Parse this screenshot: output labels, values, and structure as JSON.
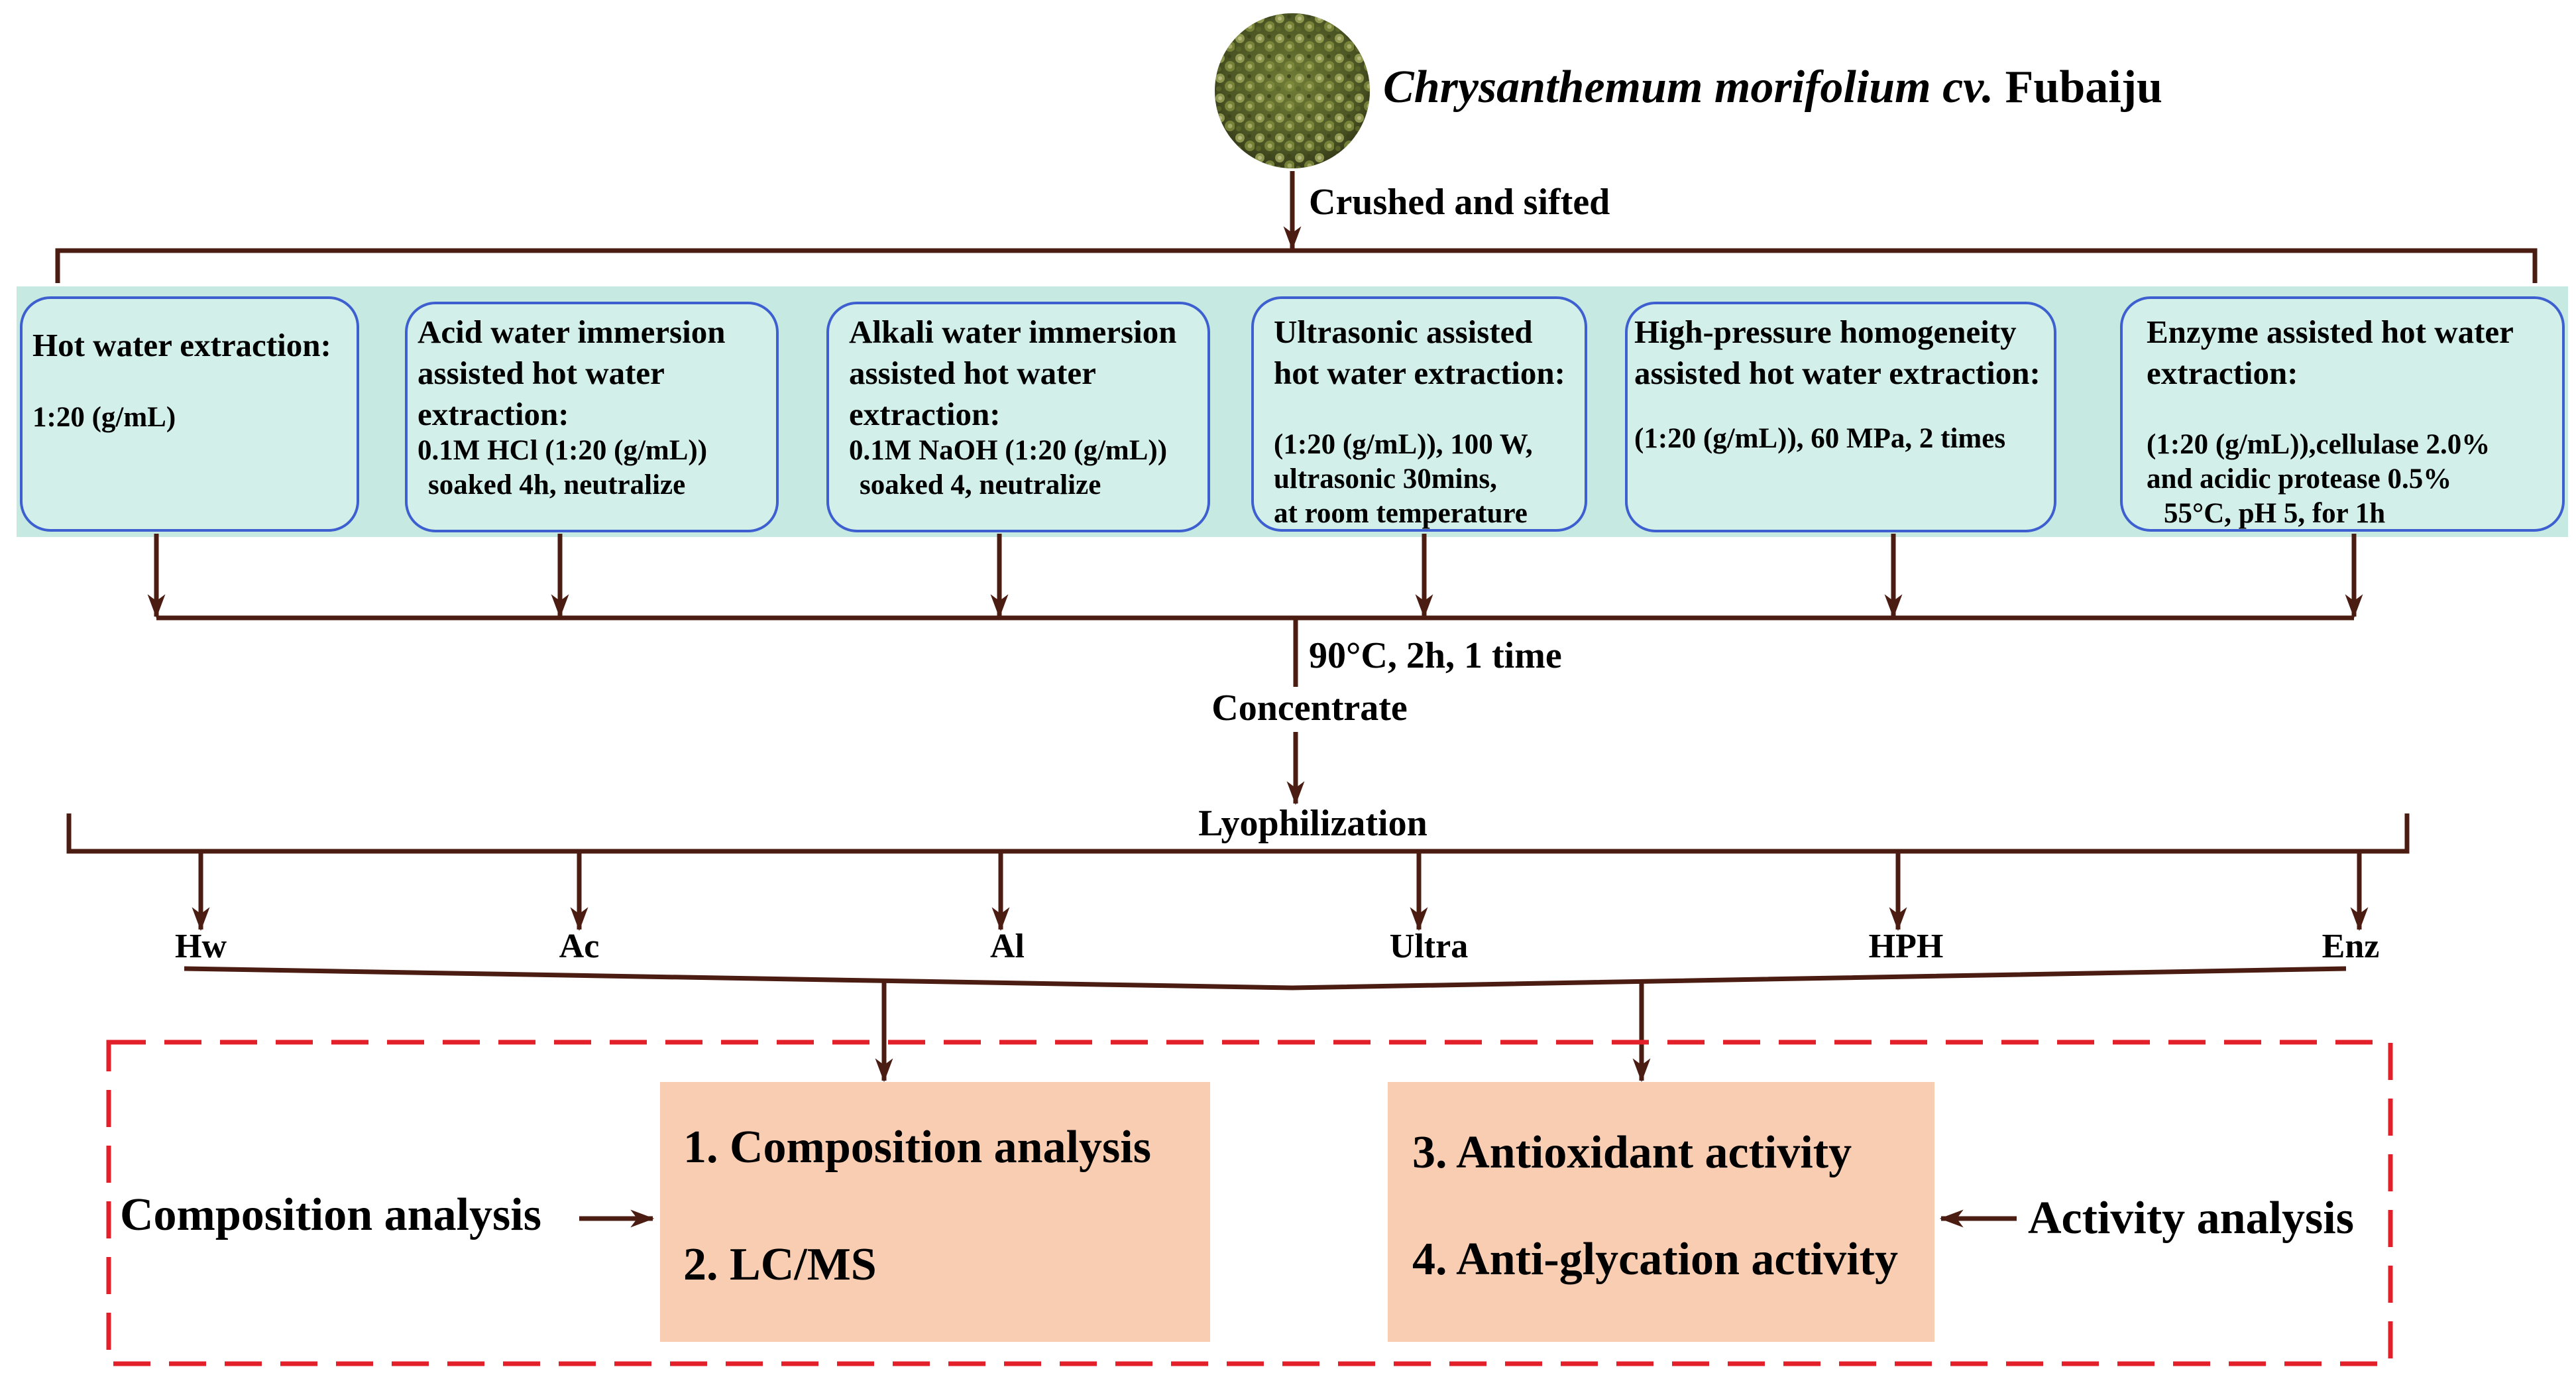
{
  "title": {
    "species": "Chrysanthemum morifolium cv.",
    "cultivar": "Fubaiju"
  },
  "steps": {
    "crush": "Crushed and sifted",
    "conditions": "90°C, 2h, 1 time",
    "concentrate": "Concentrate",
    "lyophilization": "Lyophilization"
  },
  "methods": [
    {
      "heading": [
        "Hot water extraction:"
      ],
      "details": [
        "1:20 (g/mL)"
      ]
    },
    {
      "heading": [
        "Acid water immersion",
        "assisted hot water",
        "extraction:"
      ],
      "details": [
        "0.1M HCl (1:20 (g/mL))",
        "soaked 4h, neutralize"
      ]
    },
    {
      "heading": [
        "Alkali water immersion",
        "assisted hot water",
        "extraction:"
      ],
      "details": [
        "0.1M NaOH (1:20 (g/mL))",
        "soaked 4, neutralize"
      ]
    },
    {
      "heading": [
        "Ultrasonic assisted",
        "hot water extraction:"
      ],
      "details": [
        "(1:20 (g/mL)), 100 W,",
        "ultrasonic 30mins,",
        "at room temperature"
      ]
    },
    {
      "heading": [
        "High-pressure homogeneity",
        "assisted hot water extraction:"
      ],
      "details": [
        "(1:20 (g/mL)), 60 MPa, 2 times"
      ]
    },
    {
      "heading": [
        "Enzyme assisted hot water",
        "extraction:"
      ],
      "details": [
        "(1:20 (g/mL)),cellulase 2.0%",
        "and acidic protease 0.5%",
        "55°C, pH 5, for 1h"
      ]
    }
  ],
  "samples": [
    "Hw",
    "Ac",
    "Al",
    "Ultra",
    "HPH",
    "Enz"
  ],
  "analysis": {
    "composition_label": "Composition analysis",
    "activity_label": "Activity analysis",
    "composition_items": [
      "1. Composition analysis",
      "2. LC/MS"
    ],
    "activity_items": [
      "3. Antioxidant activity",
      "4. Anti-glycation activity"
    ]
  },
  "colors": {
    "band": "#c6eae2",
    "box_fill": "#d2efea",
    "box_border": "#3d5fcf",
    "arrow": "#4b1c12",
    "dash": "#e3202a",
    "peach": "#f9cdb2"
  }
}
